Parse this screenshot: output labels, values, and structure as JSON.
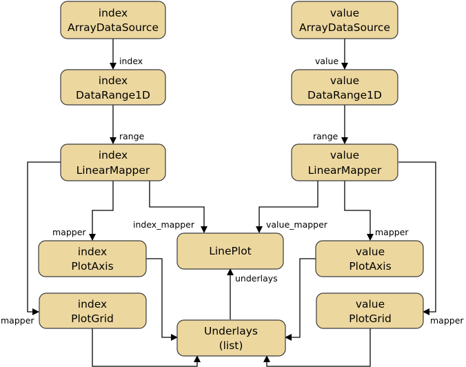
{
  "nodes": {
    "index_ads": {
      "line1": "index",
      "line2": "ArrayDataSource"
    },
    "value_ads": {
      "line1": "value",
      "line2": "ArrayDataSource"
    },
    "index_dr": {
      "line1": "index",
      "line2": "DataRange1D"
    },
    "value_dr": {
      "line1": "value",
      "line2": "DataRange1D"
    },
    "index_lm": {
      "line1": "index",
      "line2": "LinearMapper"
    },
    "value_lm": {
      "line1": "value",
      "line2": "LinearMapper"
    },
    "index_axis": {
      "line1": "index",
      "line2": "PlotAxis"
    },
    "value_axis": {
      "line1": "value",
      "line2": "PlotAxis"
    },
    "lineplot": {
      "line1": "LinePlot"
    },
    "index_grid": {
      "line1": "index",
      "line2": "PlotGrid"
    },
    "value_grid": {
      "line1": "value",
      "line2": "PlotGrid"
    },
    "underlays": {
      "line1": "Underlays",
      "line2": "(list)"
    }
  },
  "edge_labels": {
    "index": "index",
    "value": "value",
    "range_left": "range",
    "range_right": "range",
    "index_mapper": "index_mapper",
    "value_mapper": "value_mapper",
    "mapper_left_axis": "mapper",
    "mapper_right_axis": "mapper",
    "mapper_left_grid": "mapper",
    "mapper_right_grid": "mapper",
    "underlays": "underlays"
  },
  "colors": {
    "node_fill": "#ecd79f",
    "node_stroke": "#3a3a3a",
    "edge": "#000000"
  }
}
